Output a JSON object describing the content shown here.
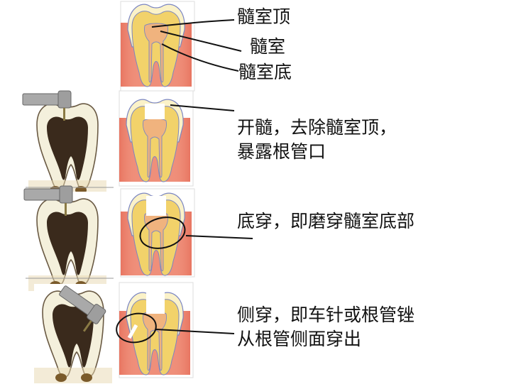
{
  "labels": {
    "pulp_roof": "髓室顶",
    "pulp_chamber": "髓室",
    "pulp_floor": "髓室底",
    "step1": {
      "line1": "开髓，去除髓室顶，",
      "line2": "暴露根管口"
    },
    "step2": {
      "line1": "底穿，即磨穿髓室底部"
    },
    "step3": {
      "line1": "侧穿，即车针或根管锉",
      "line2": "从根管侧面穿出"
    }
  },
  "colors": {
    "gum": "#ef8f7a",
    "gum_dark": "#d9604a",
    "bone_red": "#e2604c",
    "dentin": "#f2d26a",
    "dentin_light": "#f8e48c",
    "enamel": "#fbf2c8",
    "pulp": "#f0b37e",
    "canal_line": "#6b78b8",
    "xray_dentin": "#f4f0dc",
    "xray_pulp": "#3a2a1c",
    "drill": "#9e9e9e",
    "callout_line": "#111111"
  }
}
